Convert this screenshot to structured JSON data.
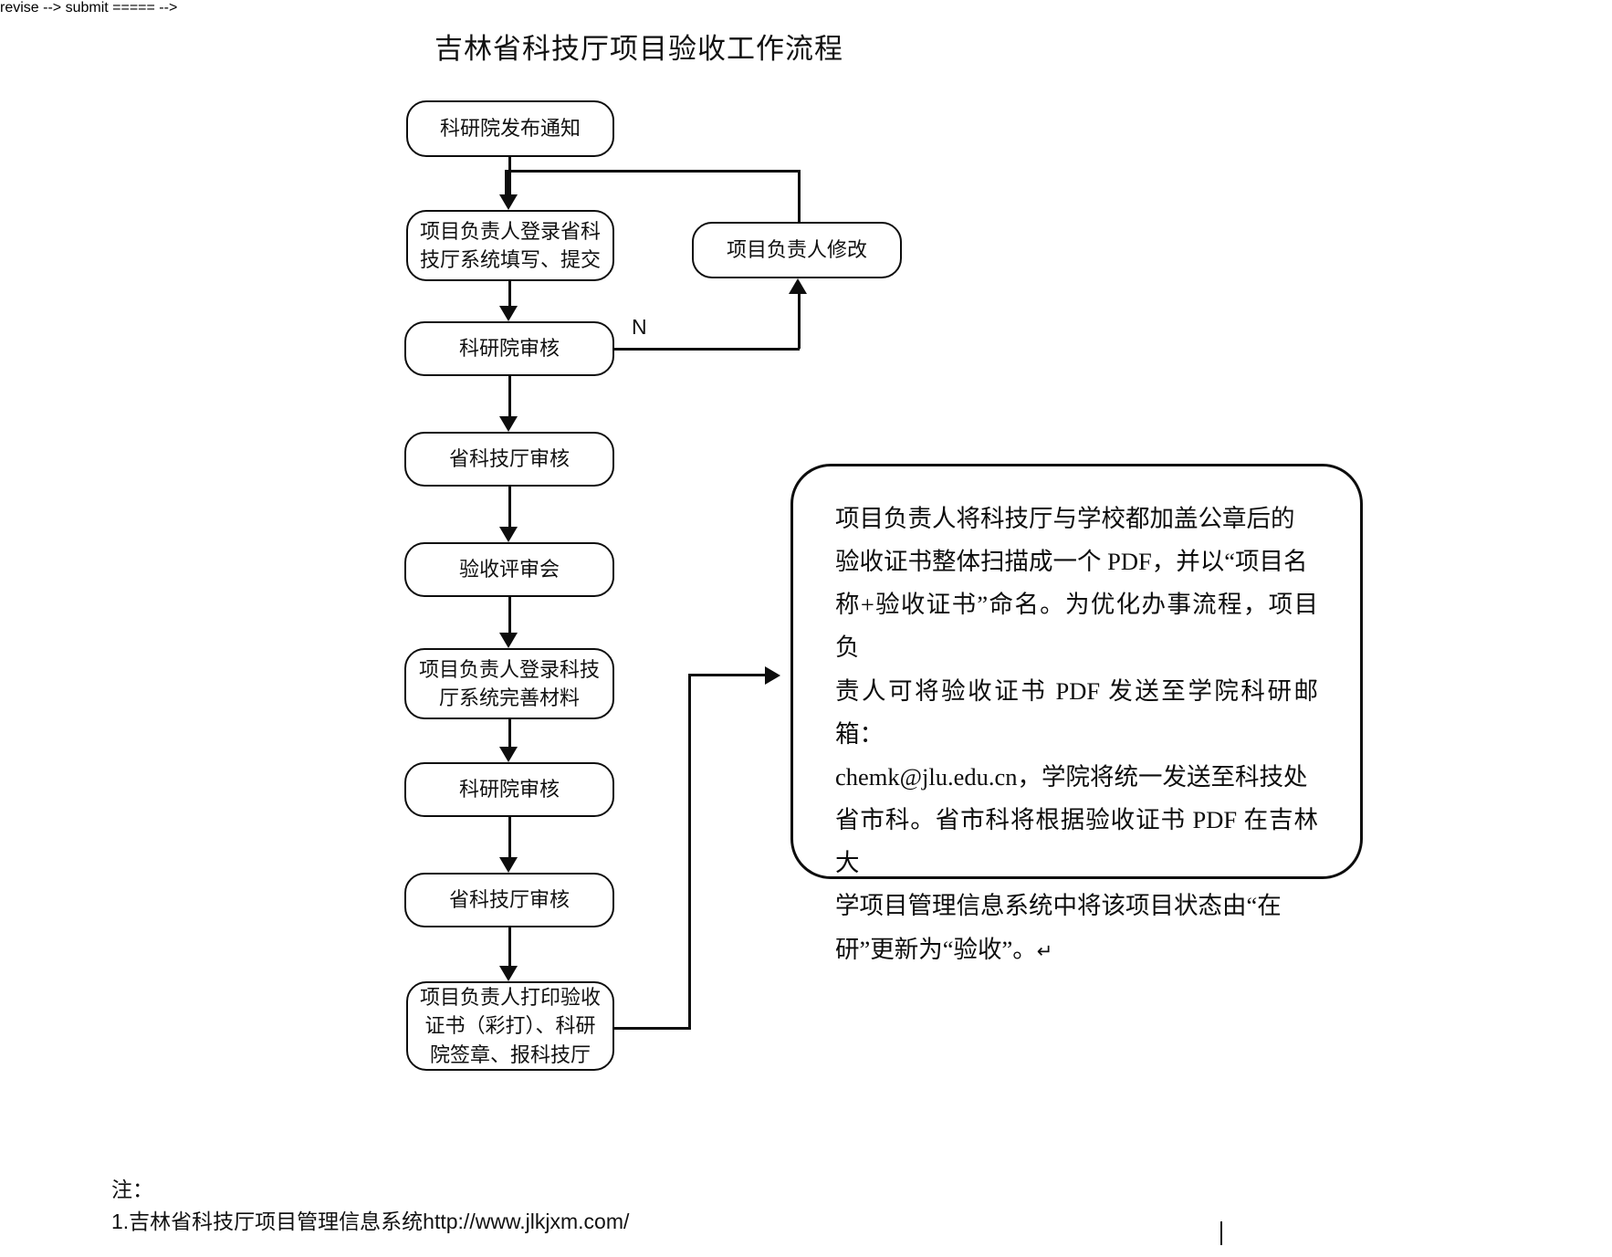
{
  "title": "吉林省科技厅项目验收工作流程",
  "flow": {
    "nodes": [
      {
        "id": "notice",
        "label": "科研院发布通知"
      },
      {
        "id": "submit",
        "label": "项目负责人登录省科\n技厅系统填写、提交"
      },
      {
        "id": "review1",
        "label": "科研院审核"
      },
      {
        "id": "province1",
        "label": "省科技厅审核"
      },
      {
        "id": "meeting",
        "label": "验收评审会"
      },
      {
        "id": "complete",
        "label": "项目负责人登录科技\n厅系统完善材料"
      },
      {
        "id": "review2",
        "label": "科研院审核"
      },
      {
        "id": "province2",
        "label": "省科技厅审核"
      },
      {
        "id": "print",
        "label": "项目负责人打印验收\n证书（彩打）、科研\n院签章、报科技厅"
      },
      {
        "id": "revise",
        "label": "项目负责人修改"
      }
    ],
    "branch_label_no": "N"
  },
  "callout": {
    "lines": [
      "项目负责人将科技厅与学校都加盖公章后的",
      "验收证书整体扫描成一个 PDF，并以“项目名",
      "称+验收证书”命名。为优化办事流程，项目负",
      "责人可将验收证书 PDF 发送至学院科研邮箱：",
      "chemk@jlu.edu.cn，学院将统一发送至科技处",
      "省市科。省市科将根据验收证书 PDF 在吉林大",
      "学项目管理信息系统中将该项目状态由“在",
      "研”更新为“验收”。"
    ],
    "paragraph_mark": "↵",
    "email": "chemk@jlu.edu.cn"
  },
  "footer": {
    "note_label": "注：",
    "note_1": "1.吉林省科技厅项目管理信息系统http://www.jlkjxm.com/"
  },
  "colors": {
    "line": "#0d0d0d",
    "text": "#111111",
    "background": "#ffffff"
  }
}
